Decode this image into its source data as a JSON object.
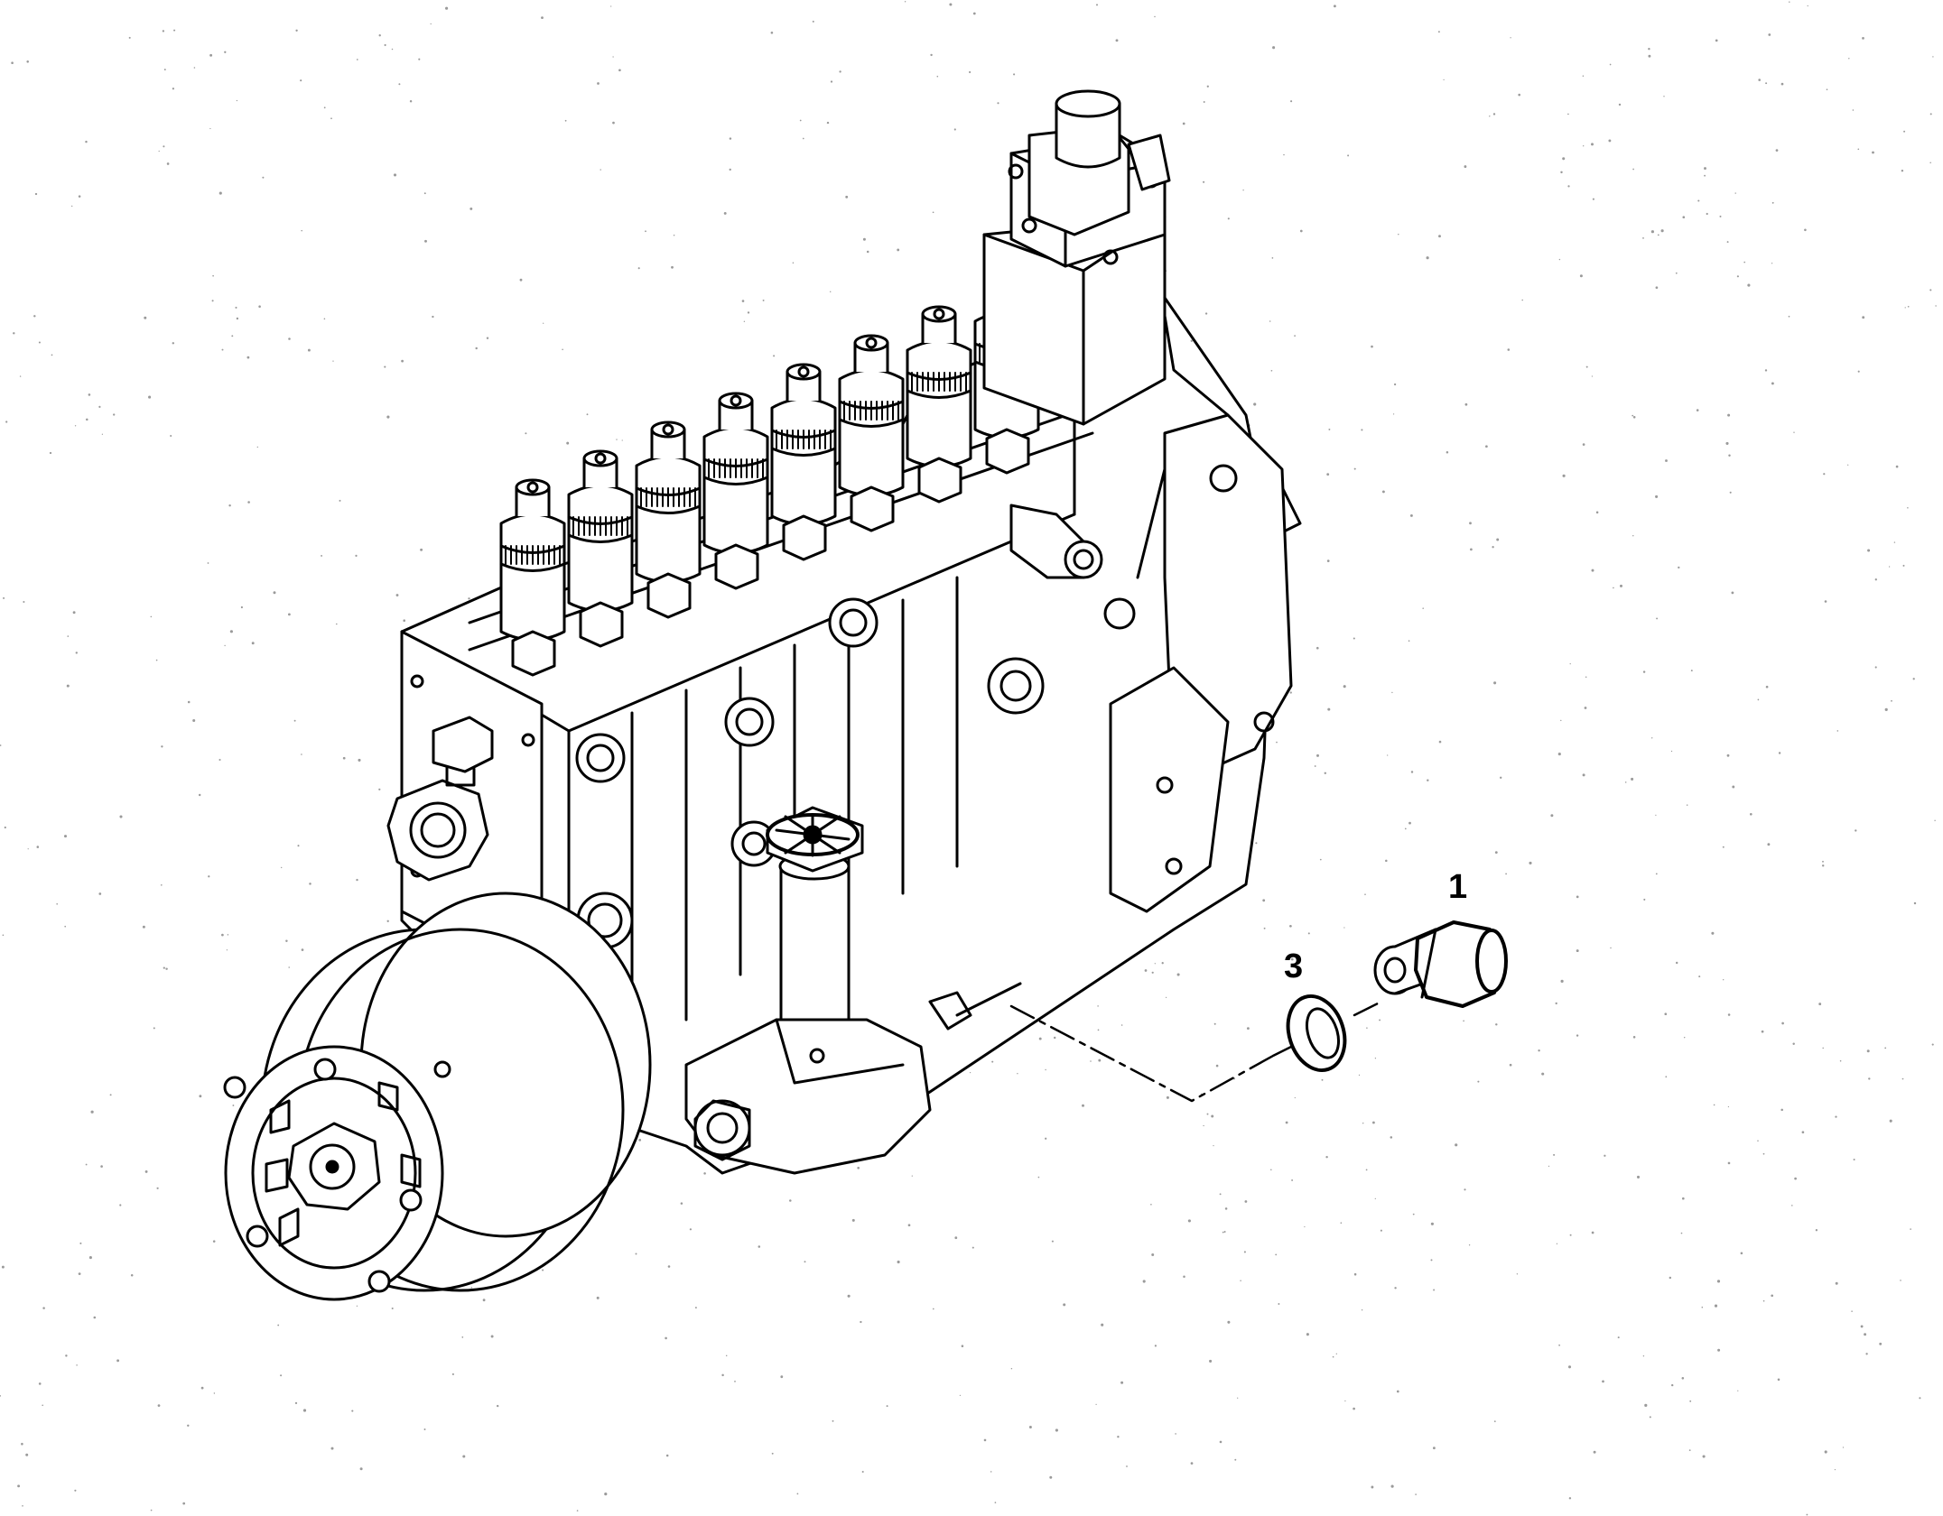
{
  "diagram": {
    "callouts": [
      {
        "label": "1"
      },
      {
        "label": "3"
      }
    ],
    "colors": {
      "ink": "#000000",
      "paper": "#ffffff",
      "speckle": "#9a9a9a"
    },
    "icons": [
      "fuel-injection-pump-drawing",
      "threaded-plug-icon",
      "sealing-washer-icon"
    ]
  }
}
